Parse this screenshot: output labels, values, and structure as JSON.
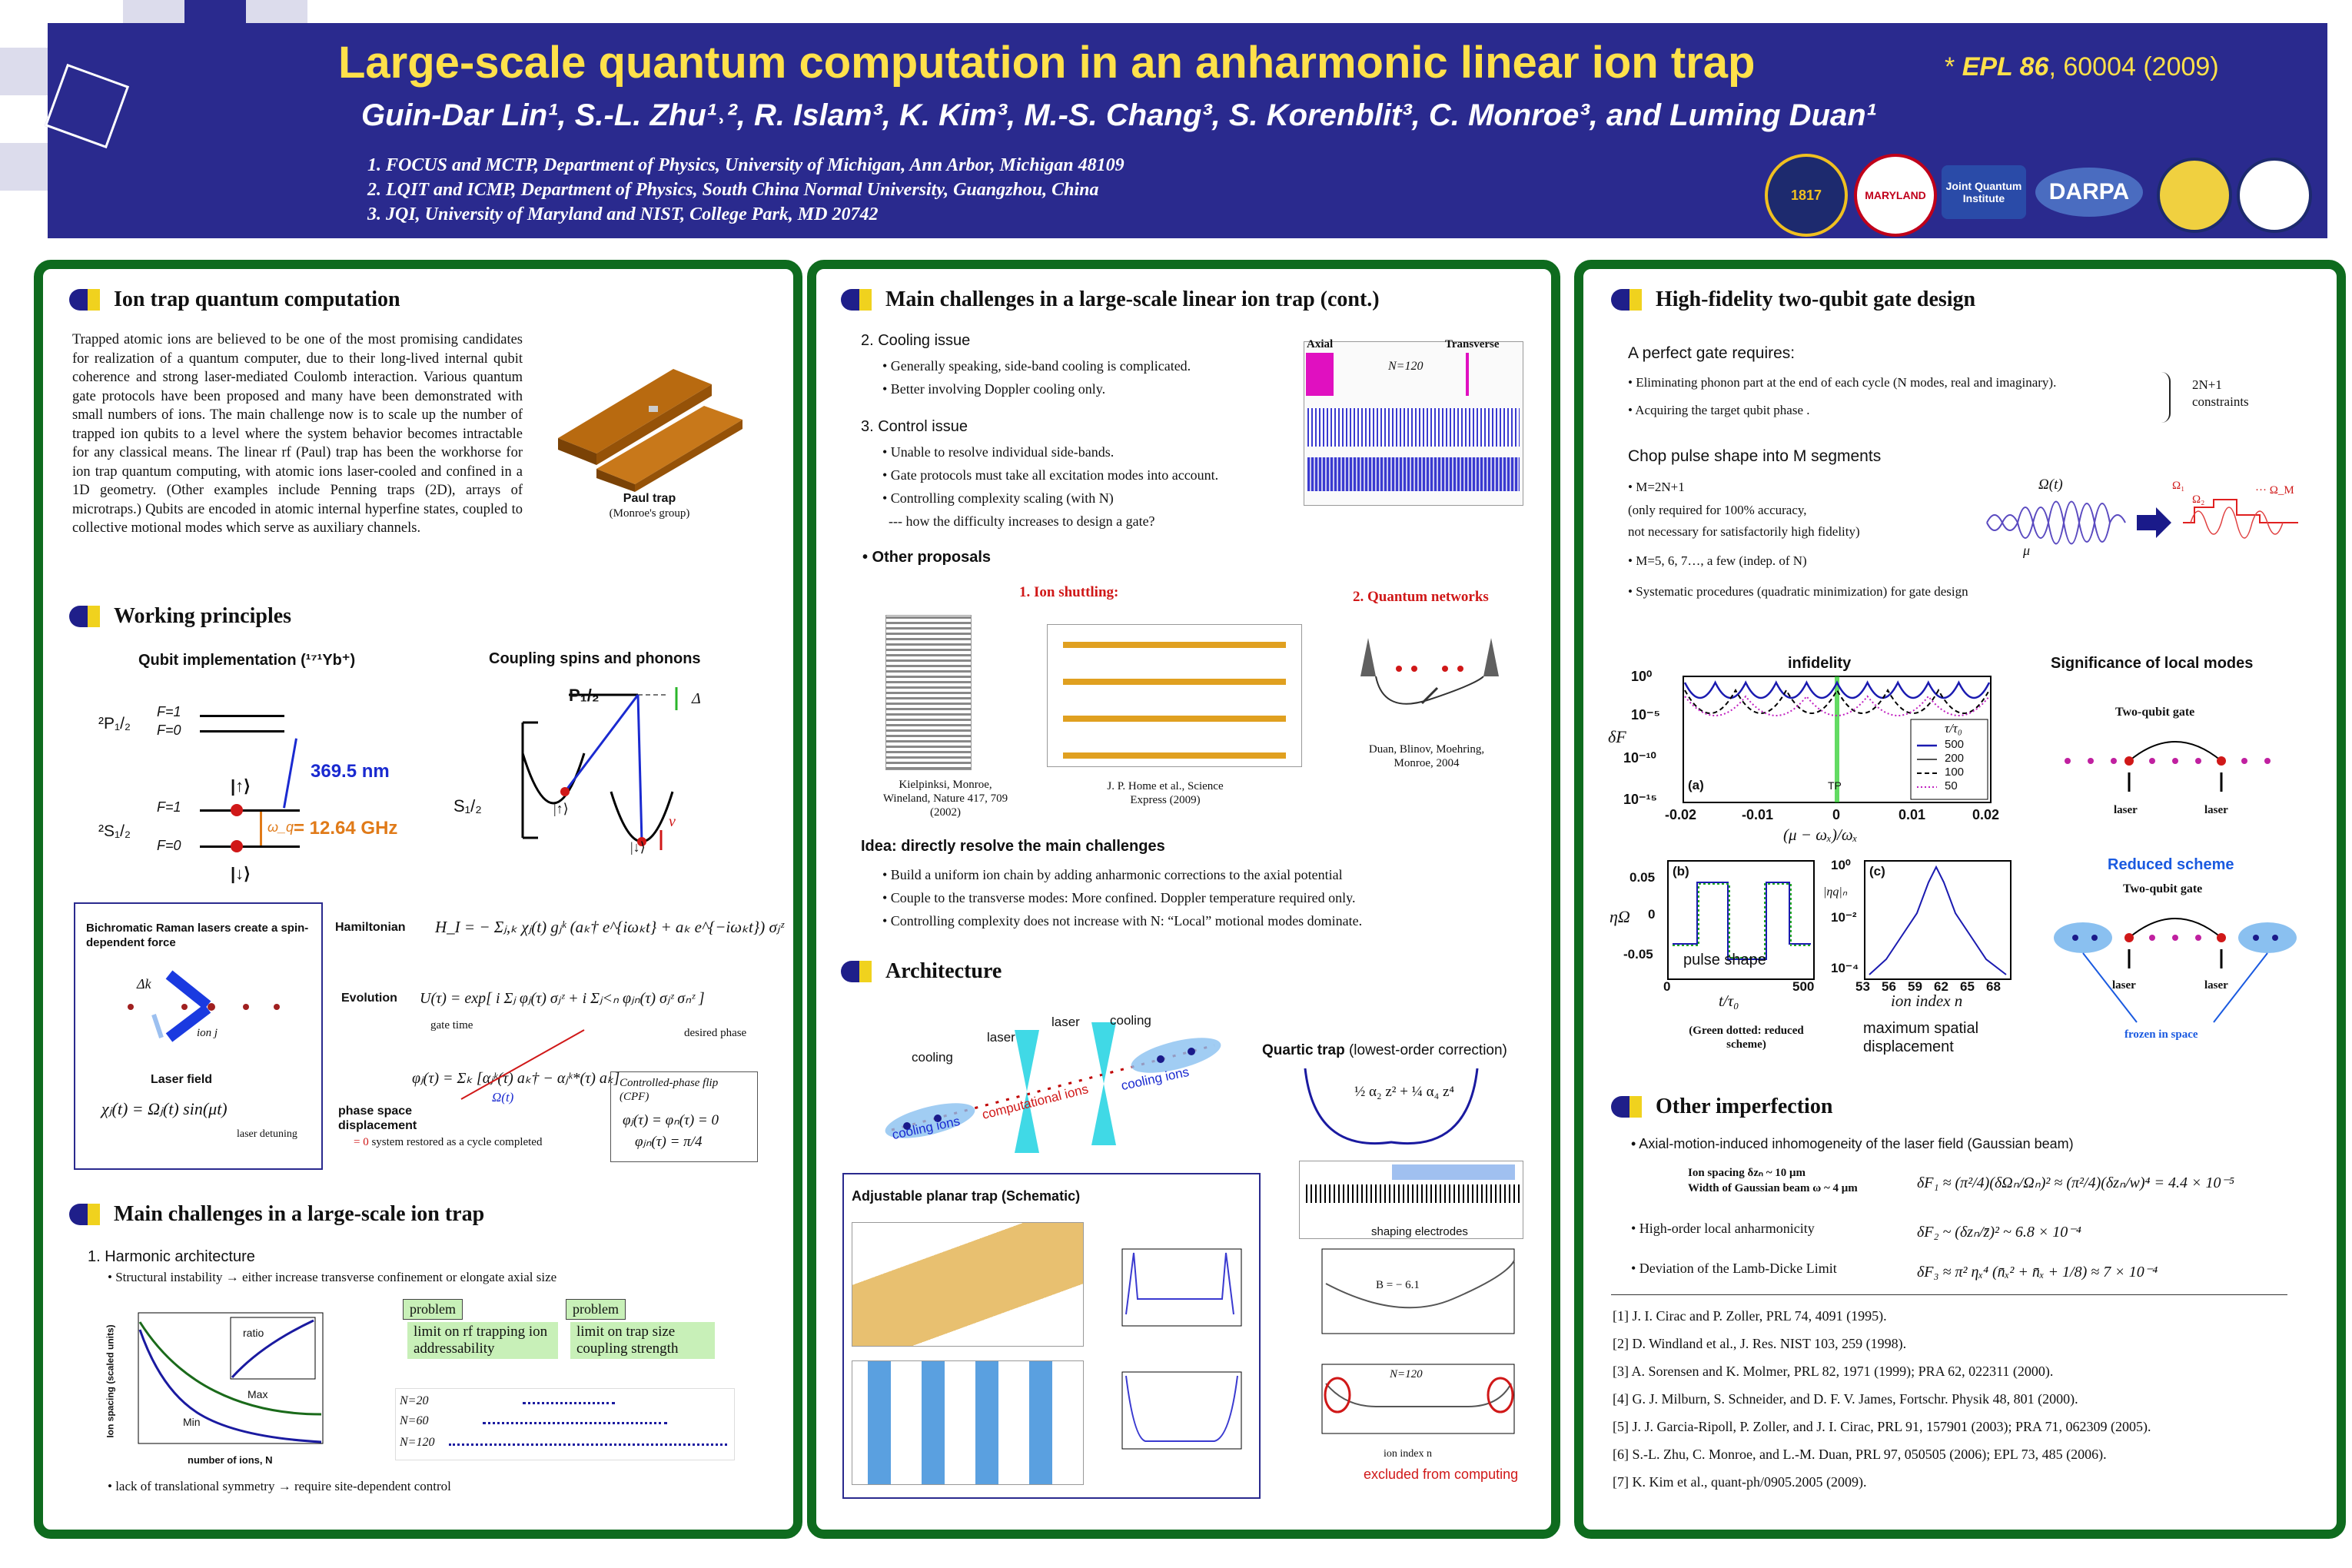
{
  "header": {
    "title": "Large-scale quantum computation in an anharmonic linear ion trap",
    "epl_prefix": "* ",
    "epl_journal": "EPL 86",
    "epl_rest": ", 60004 (2009)",
    "authors": "Guin-Dar Lin¹, S.-L. Zhu¹˒², R. Islam³, K. Kim³, M.-S. Chang³, S. Korenblit³, C. Monroe³, and Luming Duan¹",
    "affiliations": [
      "1. FOCUS and MCTP, Department of Physics, University of Michigan, Ann Arbor, Michigan 48109",
      "2. LQIT and ICMP, Department of Physics, South China Normal University, Guangzhou, China",
      "3. JQI, University of Maryland and NIST, College Park, MD 20742"
    ],
    "logos": [
      "1817",
      "MARYLAND",
      "Joint Quantum Institute",
      "DARPA",
      "",
      ""
    ]
  },
  "col1": {
    "s1_title": "Ion trap quantum computation",
    "s1_body": "Trapped atomic ions are believed to be one of the most promising candidates for realization of a quantum computer, due to their long-lived internal qubit coherence and strong laser-mediated Coulomb interaction. Various quantum gate protocols have been proposed and many have been demonstrated with small numbers of ions. The main challenge now is to scale up the number of trapped ion qubits to a level where the system behavior becomes intractable for any classical means. The linear rf (Paul) trap has been the workhorse for ion trap quantum computing, with atomic ions laser-cooled and confined in a 1D geometry. (Other examples include Penning traps (2D), arrays of microtraps.) Qubits are encoded in atomic internal hyperfine states, coupled to collective motional modes which serve as auxiliary channels.",
    "paul_trap": "Paul trap",
    "paul_trap_sub": "(Monroe's group)",
    "s2_title": "Working principles",
    "qubit_impl": "Qubit implementation (¹⁷¹Yb⁺)",
    "coupling": "Coupling spins and phonons",
    "p12": "²P₁/₂",
    "s12": "²S₁/₂",
    "f1": "F=1",
    "f0": "F=0",
    "f1b": "F=1",
    "f0b": "F=0",
    "wavelength": "369.5  nm",
    "freq": "= 12.64  GHz",
    "omega_q": "ω_q",
    "p12b": "P₁/₂",
    "s12b": "S₁/₂",
    "delta": "Δ",
    "nu": "ν",
    "up": "|↑⟩",
    "down": "|↓⟩",
    "bichromatic": "Bichromatic Raman lasers create a spin-dependent force",
    "dk": "Δk",
    "ion_j": "ion j",
    "laser_field": "Laser field",
    "laser_eq": "χⱼ(t) = Ωⱼ(t) sin(μt)",
    "laser_detuning": "laser detuning",
    "hamiltonian": "Hamiltonian",
    "hamiltonian_eq": "H_I = − Σⱼ,ₖ χⱼ(t) gⱼᵏ (aₖ† e^{iωₖt} + aₖ e^{−iωₖt}) σⱼᶻ",
    "evolution": "Evolution",
    "evolution_eq": "U(τ) = exp[ i Σⱼ φⱼ(τ) σⱼᶻ + i Σⱼ<ₙ φⱼₙ(τ) σⱼᶻ σₙᶻ ]",
    "gate_time": "gate time",
    "desired_phase": "desired phase",
    "phase_space": "phase space displacement",
    "phi_eq": "φⱼ(τ) = Σₖ [αⱼᵏ(τ) aₖ† − αⱼᵏ*(τ) aₖ]",
    "omega_t": "Ω(t)",
    "restored_red": "= 0",
    "restored": " system restored as a cycle completed",
    "cpf_title": "Controlled-phase flip (CPF)",
    "cpf_eq1": "φⱼ(τ) = φₙ(τ) = 0",
    "cpf_eq2": "φⱼₙ(τ) = π/4",
    "s3_title": "Main challenges  in a large-scale  ion trap",
    "harmonic": "1. Harmonic architecture",
    "structural": "• Structural instability → either increase transverse confinement or elongate axial size",
    "problem1": "problem",
    "problem1_text": "limit on rf trapping ion addressability",
    "problem2": "problem",
    "problem2_text": "limit on trap size coupling strength",
    "n20": "N=20",
    "n60": "N=60",
    "n120": "N=120",
    "ratio": "ratio",
    "max": "Max",
    "min": "Min",
    "ylab": "Ion spacing (scaled units)",
    "xlab": "number of ions, N",
    "lack": "• lack of translational symmetry → require site-dependent control"
  },
  "col2": {
    "s1_title": "Main challenges  in a large-scale  linear ion trap  (cont.)",
    "cooling": "2. Cooling issue",
    "cooling_1": "• Generally speaking, side-band cooling is complicated.",
    "cooling_2": "• Better involving Doppler cooling only.",
    "control": "3. Control issue",
    "control_1": "• Unable to resolve individual side-bands.",
    "control_2": "• Gate protocols must take all excitation modes into account.",
    "control_3": "• Controlling complexity scaling (with N)",
    "control_4": "--- how the difficulty increases to design a gate?",
    "axial": "Axial",
    "transverse": "Transverse",
    "n120": "N=120",
    "other": "• Other proposals",
    "shuttling": "1. Ion shuttling:",
    "networks": "2. Quantum networks",
    "kiel": "Kielpinksi,  Monroe, Wineland, Nature 417, 709 (2002)",
    "home": "J. P. Home et al., Science Express (2009)",
    "duan": "Duan, Blinov, Moehring, Monroe, 2004",
    "idea": "Idea: directly resolve the main challenges",
    "idea_1": "• Build a uniform ion chain by adding anharmonic corrections to the axial potential",
    "idea_2": "• Couple to the transverse modes: More confined. Doppler temperature required only.",
    "idea_3": "• Controlling complexity does not increase with N: “Local” motional modes dominate.",
    "arch": "Architecture",
    "cooling_l": "cooling",
    "cooling_r": "cooling",
    "laser_l": "laser",
    "laser_r": "laser",
    "cooling_ions_l": "cooling ions",
    "cooling_ions_r": "cooling ions",
    "comp_ions": "computational ions",
    "quartic": "Quartic trap",
    "quartic_sub": " (lowest-order correction)",
    "quartic_eq": "½ α₂ z² + ¼ α₄ z⁴",
    "planar": "Adjustable planar trap (Schematic)",
    "shaping": "shaping  electrodes",
    "b_label": "B = − 6.1",
    "n120b": "N=120",
    "ion_index": "ion index n",
    "excluded": "excluded from computing"
  },
  "col3": {
    "s1_title": "High-fidelity two-qubit gate design",
    "perfect": "A perfect gate requires:",
    "perfect_1": "• Eliminating phonon part at the end of each cycle (N modes, real and imaginary).",
    "perfect_2": "• Acquiring the target qubit phase .",
    "constraints": "2N+1 constraints",
    "chop": "Chop pulse shape into M segments",
    "chop_1": "• M=2N+1",
    "chop_2": "(only required for 100% accuracy,",
    "chop_3": "not necessary for satisfactorily high fidelity)",
    "chop_4": "• M=5, 6, 7…, a few (indep. of N)",
    "chop_5": "• Systematic procedures (quadratic minimization) for gate design",
    "omega_t": "Ω(t)",
    "mu": "μ",
    "omega1": "Ω₁",
    "omega2": "Ω₂",
    "omegaM": "··· Ω_M",
    "infidelity": "infidelity",
    "dF": "δF",
    "a_lab": "(a)",
    "tp": "TP",
    "xaxis": "(μ − ωₓ)/ωₓ",
    "legend_title": "τ/τ₀",
    "legend": [
      "500",
      "200",
      "100",
      "50"
    ],
    "xticks": [
      "-0.02",
      "-0.01",
      "0",
      "0.01",
      "0.02"
    ],
    "yticks": [
      "10⁰",
      "10⁻⁵",
      "10⁻¹⁰",
      "10⁻¹⁵"
    ],
    "b_lab": "(b)",
    "c_lab": "(c)",
    "eta_omega": "ηΩ",
    "pulse_shape": "pulse shape",
    "t_tau": "t/τ₀",
    "green_dotted": "(Green dotted: reduced scheme)",
    "eta_q": "|ηq|ₙ",
    "ion_index": "ion index n",
    "max_spatial": "maximum spatial displacement",
    "b_yticks": [
      "0.05",
      "0",
      "-0.05"
    ],
    "b_xticks": [
      "0",
      "500"
    ],
    "c_yticks": [
      "10⁰",
      "10⁻²",
      "10⁻⁴"
    ],
    "c_xticks": [
      "53",
      "56",
      "59",
      "62",
      "65",
      "68"
    ],
    "significance": "Significance of local modes",
    "two_qubit_gate": "Two-qubit gate",
    "laser1": "laser",
    "laser2": "laser",
    "reduced": "Reduced scheme",
    "two_qubit_gate2": "Two-qubit gate",
    "laser3": "laser",
    "laser4": "laser",
    "frozen": "frozen in space",
    "s2_title": "Other imperfection",
    "imp_1": "• Axial-motion-induced inhomogeneity of the laser field (Gaussian beam)",
    "spacing": "Ion spacing δzₙ ~ 10 μm",
    "width": "Width of Gaussian beam ω ~ 4 μm",
    "eq1": "δF₁ ≈ (π²/4)(δΩₙ/Ωₙ)² ≈ (π²/4)(δzₙ/w)⁴ = 4.4 × 10⁻⁵",
    "imp_2": "• High-order local anharmonicity",
    "eq2": "δF₂ ~ (δzₙ/z̄)² ~ 6.8 × 10⁻⁴",
    "imp_3": "• Deviation of the Lamb-Dicke Limit",
    "eq3": "δF₃ ≈ π² ηₓ⁴ (n̄ₓ² + n̄ₓ + 1/8) ≈ 7 × 10⁻⁴",
    "refs": [
      "[1] J. I. Cirac and P. Zoller, PRL 74, 4091 (1995).",
      "[2] D. Windland et al., J. Res. NIST 103, 259 (1998).",
      "[3] A. Sorensen and K. Molmer, PRL 82, 1971 (1999); PRA 62, 022311 (2000).",
      "[4] G. J. Milburn, S. Schneider, and D. F. V. James, Fortschr. Physik 48, 801 (2000).",
      "[5] J. J. Garcia-Ripoll, P. Zoller, and J. I. Cirac, PRL 91, 157901 (2003); PRA 71, 062309 (2005).",
      "[6] S.-L. Zhu, C. Monroe, and L.-M. Duan, PRL 97, 050505 (2006); EPL 73, 485 (2006).",
      "[7] K. Kim et al., quant-ph/0905.2005 (2009)."
    ]
  },
  "colors": {
    "header_bg": "#2a2a8e",
    "title_yellow": "#ffe14a",
    "panel_border": "#0e6b1e"
  }
}
